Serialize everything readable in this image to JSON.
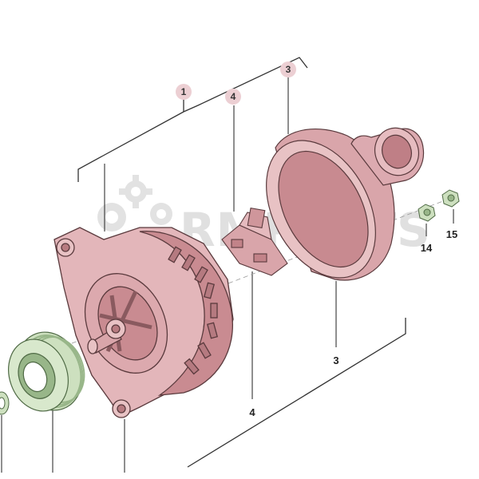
{
  "diagram": {
    "watermark": "RMPARTS",
    "callouts": [
      {
        "id": "c1",
        "text": "1",
        "style": "bubble"
      },
      {
        "id": "c4top",
        "text": "4",
        "style": "bubble"
      },
      {
        "id": "c3top",
        "text": "3",
        "style": "bubble"
      },
      {
        "id": "c3",
        "text": "3",
        "style": "plain"
      },
      {
        "id": "c4",
        "text": "4",
        "style": "plain"
      },
      {
        "id": "c14",
        "text": "14",
        "style": "plain"
      },
      {
        "id": "c15",
        "text": "15",
        "style": "plain"
      }
    ],
    "colors": {
      "part_fill": "#e8c2c4",
      "part_mid": "#d7a3a7",
      "part_dark": "#b77b80",
      "pulley_fill": "#cde0bf",
      "pulley_dark": "#98b689",
      "outline": "#5a3a3d",
      "bubble_fill": "#eccfd3",
      "line": "#333333"
    }
  }
}
